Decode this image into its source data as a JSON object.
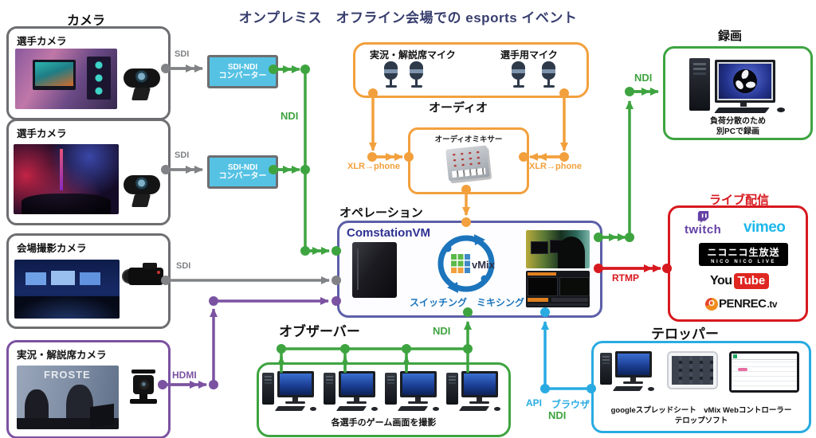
{
  "title": "オンプレミス　オフライン会場での esports イベント",
  "cameras": {
    "section_label": "カメラ",
    "box1_label": "選手カメラ",
    "box2_label": "選手カメラ",
    "box3_label": "会場撮影カメラ",
    "box4_label": "実況・解説席カメラ",
    "photo4_text": "FROSTE"
  },
  "converter": {
    "line1": "SDI-NDI",
    "line2": "コンバーター"
  },
  "audio": {
    "section_label": "オーディオ",
    "left_mics_label": "実況・解説席マイク",
    "right_mics_label": "選手用マイク",
    "mixer_label": "オーディオミキサー"
  },
  "operation": {
    "section_label": "オペレーション",
    "pc_name": "ComstationVM",
    "vmix_label": "vMix",
    "functions_label": "スイッチング　ミキシング"
  },
  "recording": {
    "section_label": "録画",
    "note_line1": "負荷分散のため",
    "note_line2": "別PCで録画"
  },
  "streaming": {
    "section_label": "ライブ配信",
    "twitch": "twitch",
    "vimeo": "vimeo",
    "nico": "ニコニコ生放送",
    "nico_sub": "NICO NICO LIVE",
    "youtube_part1": "You",
    "youtube_part2": "Tube",
    "openrec_o": "O",
    "openrec_mid": "PENREC",
    "openrec_tld": ".tv"
  },
  "observers": {
    "section_label": "オブザーバー",
    "note": "各選手のゲーム画面を撮影"
  },
  "telop": {
    "section_label": "テロッパー",
    "note_line1": "googleスプレッドシート　vMix Webコントローラー",
    "note_line2": "テロップソフト"
  },
  "connections": {
    "sdi": "SDI",
    "ndi": "NDI",
    "hdmi": "HDMI",
    "rtmp": "RTMP",
    "xlr": "XLR→phone",
    "api": "API",
    "browser": "ブラウザ"
  }
}
